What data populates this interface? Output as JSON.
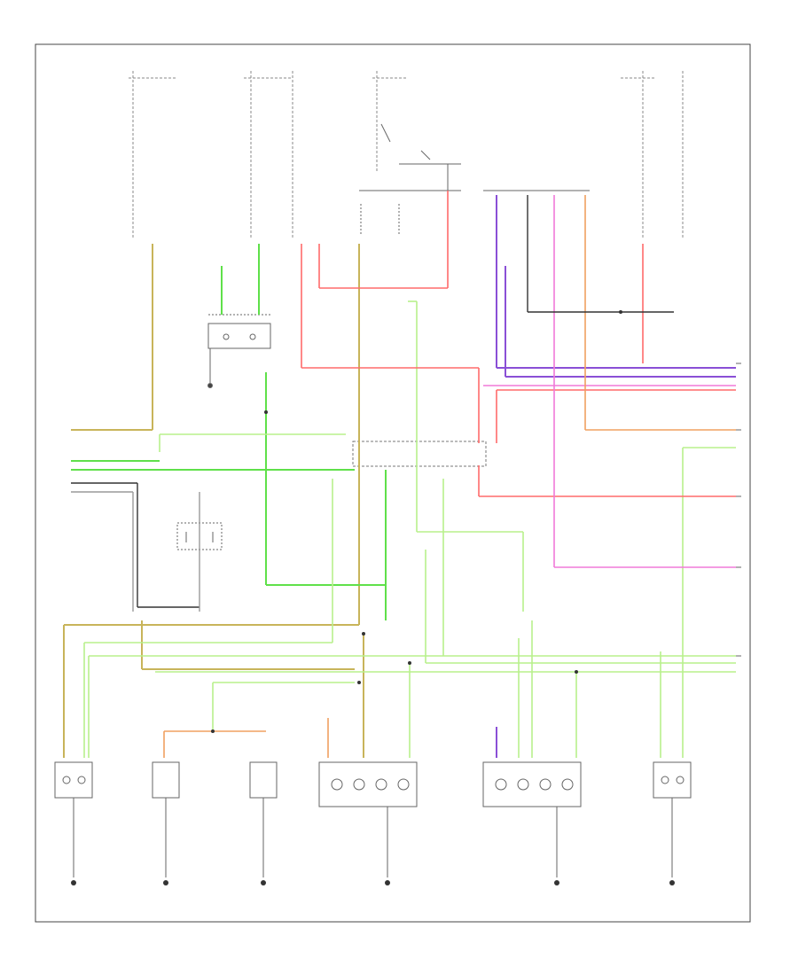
{
  "diagram": {
    "title": "",
    "footer_code": "",
    "wire_colors": {
      "yellow": "#c8b45a",
      "green": "#9be36b",
      "light_green": "#b8f08c",
      "bright_green": "#5fe04a",
      "red": "#ff6b6b",
      "pink": "#f07ad8",
      "violet": "#8a4fd6",
      "orange": "#f0a060",
      "black": "#333333",
      "gray": "#9a9a9a",
      "brown": "#a07850"
    },
    "components": [
      {
        "id": "left-front-lamp",
        "label": ""
      },
      {
        "id": "left-fog-lamp",
        "label": ""
      },
      {
        "id": "right-fog-lamp",
        "label": ""
      },
      {
        "id": "left-headlamp-assembly",
        "label": ""
      },
      {
        "id": "right-headlamp-assembly",
        "label": ""
      },
      {
        "id": "right-front-lamp",
        "label": ""
      },
      {
        "id": "fuse-relay-box",
        "label": ""
      },
      {
        "id": "headlamp-switch",
        "label": ""
      }
    ],
    "grounds": [
      {
        "id": "ground-1",
        "label": ""
      },
      {
        "id": "ground-2",
        "label": ""
      },
      {
        "id": "ground-3",
        "label": ""
      },
      {
        "id": "ground-4",
        "label": ""
      },
      {
        "id": "ground-5",
        "label": ""
      },
      {
        "id": "ground-6",
        "label": ""
      }
    ]
  }
}
